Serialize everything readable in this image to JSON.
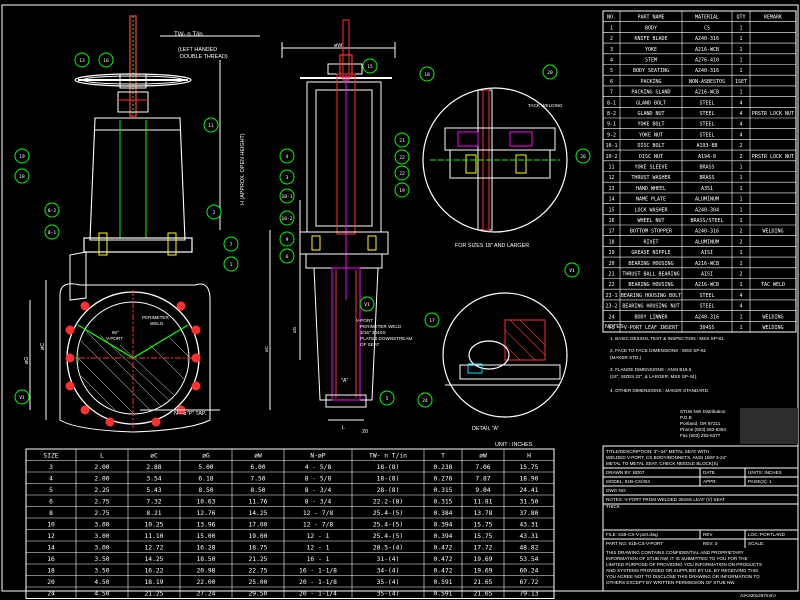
{
  "drawing": {
    "tw_label": "TW- n T/in",
    "thread_note": [
      "(LEFT HANDED",
      "DOUBLE THREAD)"
    ],
    "h_label": "H (APPROX. OPEN HEIGHT)",
    "od_label": "øW",
    "dc_label": "øC",
    "dg_label": "øG",
    "perimeter_weld": [
      "PERIMETER",
      "WELD"
    ],
    "v_port_60": [
      "60°",
      "V-PORT"
    ],
    "tap_label": "N—ø\"P\" TAP.",
    "vport_weld_note": [
      "V-PORT",
      "PERIMETER WELD",
      "3/16\" 304SS",
      "PLATES DOWNSTREAM",
      "OF SEAT"
    ],
    "a_label": "\"A\"",
    "l_label": "L",
    "dim_20": "20",
    "for_sizes": "FOR SIZES 18\" AND LARGER",
    "tack_welding": "TACK WELDING",
    "detail_a": "DETAIL \"A\"",
    "scale_note": "UNIT : INCHES"
  },
  "balloons": {
    "left": [
      "13",
      "16",
      "11",
      "19",
      "18",
      "2",
      "8-2",
      "8-1",
      "7",
      "1",
      "V1"
    ],
    "center": [
      "15",
      "4",
      "3",
      "10-1",
      "10-2",
      "9",
      "6",
      "5",
      "V1"
    ],
    "right": [
      "18",
      "20",
      "21",
      "22",
      "22",
      "19",
      "20"
    ],
    "detail": [
      "V1",
      "17",
      "24"
    ]
  },
  "parts_table": {
    "headers": [
      "NO.",
      "PART NAME",
      "MATERIAL",
      "QTY",
      "REMARK"
    ],
    "rows": [
      [
        "1",
        "BODY",
        "CS",
        "1",
        ""
      ],
      [
        "2",
        "KNIFE BLADE",
        "A240-316",
        "1",
        ""
      ],
      [
        "3",
        "YOKE",
        "A216-WCB",
        "1",
        ""
      ],
      [
        "4",
        "STEM",
        "A276-410",
        "1",
        ""
      ],
      [
        "5",
        "BODY SEATING",
        "A240-316",
        "1",
        ""
      ],
      [
        "6",
        "PACKING",
        "NON-ASBESTOS",
        "1SET",
        ""
      ],
      [
        "7",
        "PACKING GLAND",
        "A216-WCB",
        "1",
        ""
      ],
      [
        "8-1",
        "GLAND BOLT",
        "STEEL",
        "4",
        ""
      ],
      [
        "8-2",
        "GLAND NUT",
        "STEEL",
        "4",
        "PRSTR LOCK NUT"
      ],
      [
        "9-1",
        "YOKE BOLT",
        "STEEL",
        "4",
        ""
      ],
      [
        "9-2",
        "YOKE NUT",
        "STEEL",
        "4",
        ""
      ],
      [
        "10-1",
        "DISC BOLT",
        "A193-B8",
        "2",
        ""
      ],
      [
        "10-2",
        "DISC NUT",
        "A194-8",
        "2",
        "PRSTR LOCK NUT"
      ],
      [
        "11",
        "YOKE SLEEVE",
        "BRASS",
        "1",
        ""
      ],
      [
        "12",
        "THRUST WASHER",
        "BRASS",
        "1",
        ""
      ],
      [
        "13",
        "HAND WHEEL",
        "A351",
        "1",
        ""
      ],
      [
        "14",
        "NAME PLATE",
        "ALUMINUM",
        "1",
        ""
      ],
      [
        "15",
        "LOCK WASHER",
        "A240-304",
        "1",
        ""
      ],
      [
        "16",
        "WHEEL NUT",
        "BRASS/STEEL",
        "1",
        ""
      ],
      [
        "17",
        "BOTTOM STOPPER",
        "A240-316",
        "2",
        "WELDING"
      ],
      [
        "18",
        "RIVET",
        "ALUMINUM",
        "2",
        ""
      ],
      [
        "19",
        "GREASE NIPPLE",
        "AISI",
        "1",
        ""
      ],
      [
        "20",
        "BEARING HOUSING",
        "A216-WCB",
        "1",
        ""
      ],
      [
        "21",
        "THRUST BALL BEARING",
        "AISI",
        "2",
        ""
      ],
      [
        "22",
        "BEARING HOUSING",
        "A216-WCB",
        "1",
        "TAC WELD"
      ],
      [
        "23-1",
        "BEARING HOUSING BOLT",
        "STEEL",
        "4",
        ""
      ],
      [
        "23-2",
        "BEARING HOUSING NUT",
        "STEEL",
        "4",
        ""
      ],
      [
        "24",
        "BODY LINNER",
        "A240-316",
        "1",
        "WELDING"
      ],
      [
        "V1",
        "V-PORT LEAF INSERT",
        "304SS",
        "1",
        "WELDING"
      ]
    ]
  },
  "notes": {
    "title": "NOTES",
    "items": [
      "1. BASIC DESIGN, TEST & INSPECTION : MSS SP-81.",
      "2. FACE TO FACE DIMENSIONS : MSS SP-81",
      "   (MAKER STD.)",
      "3. FLANGE DIMENSIONS : ANSI B16.5",
      "   (24\", SIZES 22\", & LARGER: MSS SP-44).",
      "4. OTHER DIMENSIONS : MAKER STANDARD."
    ]
  },
  "company": {
    "lines": [
      "STUB NW Distribution",
      "P.O.B",
      "Portland, OR 97211",
      "Phone (503) 283-6364",
      "Fax (503) 283-6377"
    ]
  },
  "title_block": {
    "description": [
      "TITLE/DESCRIPTION: 3\"~24\" METAL SEAT WITH",
      "WELDED V-PORT, CS BODY/BONNETS, ANSI 150# 3-24\"",
      "METAL TO METAL SEAT, CHECK NEEDLE BLOCK(S)"
    ],
    "drawn_by": "DRAWN BY: BD07",
    "date": "DATE",
    "units": "UNITS: INCHES",
    "model": "MODEL: 61B-CS/304",
    "approved": "APPR:",
    "page": "PAGE(S): 1",
    "dwg_no": "DWG NO:",
    "notes_line": [
      "NOTES: V-PORT FROM WELDED 304SS LEAF (V) SEAT",
      "THICK"
    ],
    "file": "FILE: 61B-CS-V-port.dwg",
    "rev": "REV",
    "loc": "LOC: PORTLAND",
    "part_no": "PART NO: 61B-CS-V-PORT",
    "rev_no": "REV: 0",
    "scale": "SCALE:",
    "disclaimer": [
      "THIS DRAWING CONTAINS CONFIDENTIAL AND PROPRIETARY",
      "INFORMATION OF STUB NW. IT IS SUBMITTED TO YOU FOR THE",
      "LIMITED PURPOSE OF PROVIDING YOU INFORMATION ON PRODUCTS",
      "AND SYSTEMS PROVIDED OR SUPPLIED BY US. BY RECEIVING THIS",
      "YOU AGREE NOT TO DISCLOSE THIS DRAWING OR INFORMATION TO",
      "OTHERS EXCEPT BY WRITTEN PERMISSION OF STUB NW."
    ]
  },
  "sheet_size": "A3<420x297mm>",
  "dims_table": {
    "headers": [
      "SIZE",
      "L",
      "øC",
      "øG",
      "øW",
      "N-øP",
      "TW- n T/in",
      "T",
      "øW",
      "H"
    ],
    "rows": [
      [
        "3",
        "2.00",
        "2.88",
        "5.00",
        "6.00",
        "4 - 5/8",
        "18-(8)",
        "0.238",
        "7.06",
        "15.75"
      ],
      [
        "4",
        "2.00",
        "3.54",
        "6.18",
        "7.50",
        "8 - 5/8",
        "18-(8)",
        "0.276",
        "7.87",
        "18.90"
      ],
      [
        "5",
        "2.25",
        "5.43",
        "8.50",
        "8.50",
        "8 - 3/4",
        "28-(8)",
        "0.315",
        "9.84",
        "24.41"
      ],
      [
        "6",
        "2.75",
        "7.32",
        "10.63",
        "11.76",
        "8 - 3/4",
        "22.2-(8)",
        "0.315",
        "11.81",
        "31.50"
      ],
      [
        "8",
        "2.75",
        "8.21",
        "12.76",
        "14.25",
        "12 - 7/8",
        "25.4-(5)",
        "0.384",
        "13.78",
        "37.80"
      ],
      [
        "10",
        "3.00",
        "10.25",
        "13.96",
        "17.00",
        "12 - 7/8",
        "25.4-(5)",
        "0.394",
        "15.75",
        "43.31"
      ],
      [
        "12",
        "3.00",
        "11.10",
        "15.00",
        "19.00",
        "12 - 1",
        "25.4-(5)",
        "0.394",
        "15.75",
        "43.31"
      ],
      [
        "14",
        "3.00",
        "12.72",
        "16.28",
        "18.75",
        "12 - 1",
        "28.5-(4)",
        "0.472",
        "17.72",
        "48.82"
      ],
      [
        "16",
        "3.50",
        "14.25",
        "18.50",
        "21.25",
        "16 - 1",
        "31-(4)",
        "0.472",
        "19.69",
        "53.54"
      ],
      [
        "18",
        "3.50",
        "16.22",
        "20.98",
        "22.75",
        "16 - 1-1/8",
        "34-(4)",
        "0.472",
        "19.69",
        "60.24"
      ],
      [
        "20",
        "4.50",
        "18.19",
        "22.00",
        "25.00",
        "20 - 1-1/8",
        "35-(4)",
        "0.591",
        "21.65",
        "67.72"
      ],
      [
        "24",
        "4.50",
        "21.25",
        "27.24",
        "29.50",
        "20 - 1-1/4",
        "35-(4)",
        "0.591",
        "21.65",
        "79.13"
      ]
    ]
  },
  "colors": {
    "background": "#000000",
    "green": "#00ff00",
    "white": "#ffffff",
    "red": "#ff3030",
    "yellow": "#ffff00",
    "cyan": "#00e5ff",
    "magenta": "#ff00ff"
  },
  "icons": [
    "handwheel-icon",
    "valve-body-icon",
    "flange-circle-icon"
  ]
}
